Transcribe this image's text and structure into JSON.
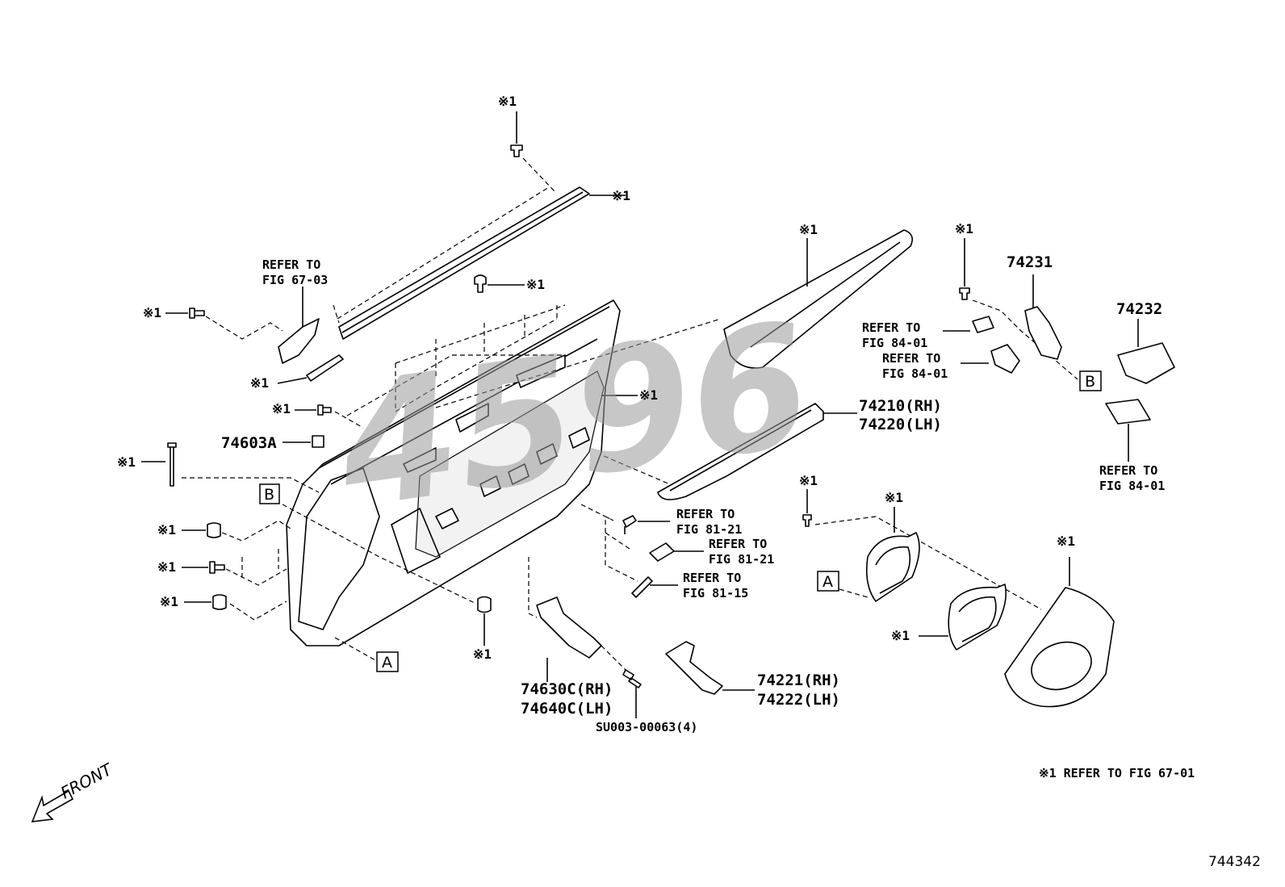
{
  "diagram": {
    "note_mark": "※1",
    "refer_line1": "REFER TO",
    "refs": {
      "fig_67_03": "FIG 67-03",
      "fig_84_01": "FIG 84-01",
      "fig_81_21": "FIG 81-21",
      "fig_81_15": "FIG 81-15"
    },
    "parts": {
      "p74231": "74231",
      "p74232": "74232",
      "p74210": "74210(RH)",
      "p74220": "74220(LH)",
      "p74603A": "74603A",
      "p74630C": "74630C(RH)",
      "p74640C": "74640C(LH)",
      "p74221": "74221(RH)",
      "p74222": "74222(LH)",
      "screw": "SU003-00063(4)"
    },
    "callouts": {
      "A": "A",
      "B": "B"
    },
    "footnote": "※1 REFER TO FIG 67-01",
    "front_label": "FRONT",
    "watermark": "4596",
    "diagram_code": "744342"
  }
}
